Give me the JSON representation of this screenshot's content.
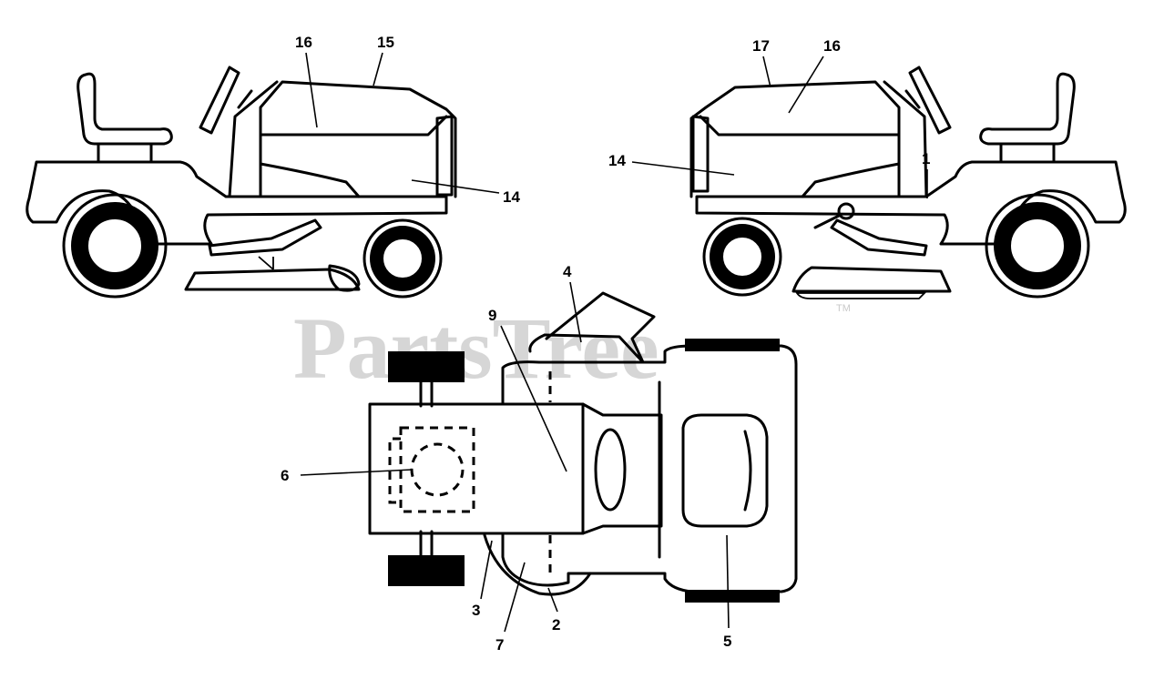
{
  "watermark": {
    "text": "PartsTree",
    "trademark": "TM"
  },
  "callouts": {
    "left": [
      "16",
      "15",
      "14"
    ],
    "right": [
      "17",
      "16",
      "14",
      "1"
    ],
    "top": [
      "4",
      "9",
      "6",
      "3",
      "7",
      "2",
      "5"
    ]
  },
  "colors": {
    "line": "#000000",
    "watermark": "#c9c9c9",
    "background": "#ffffff"
  }
}
